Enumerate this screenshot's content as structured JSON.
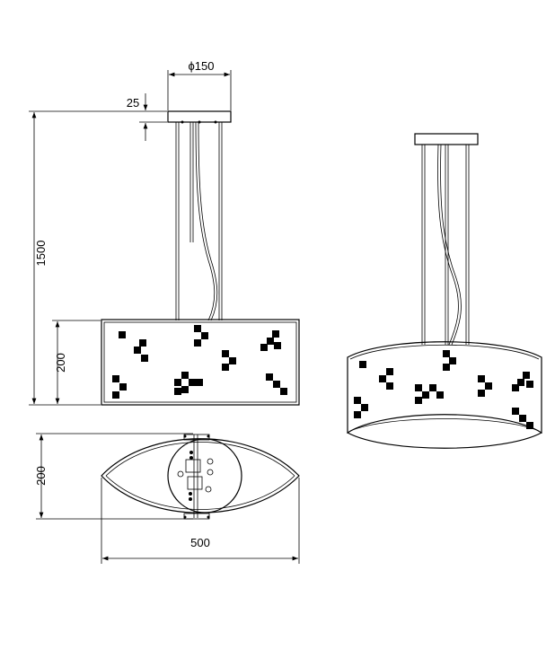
{
  "dimensions": {
    "canopy_diameter": "ϕ150",
    "canopy_height": "25",
    "total_height": "1500",
    "shade_height_front": "200",
    "shade_depth_top": "200",
    "shade_width": "500"
  },
  "colors": {
    "line": "#000000",
    "background": "#ffffff",
    "pattern": "#000000"
  }
}
